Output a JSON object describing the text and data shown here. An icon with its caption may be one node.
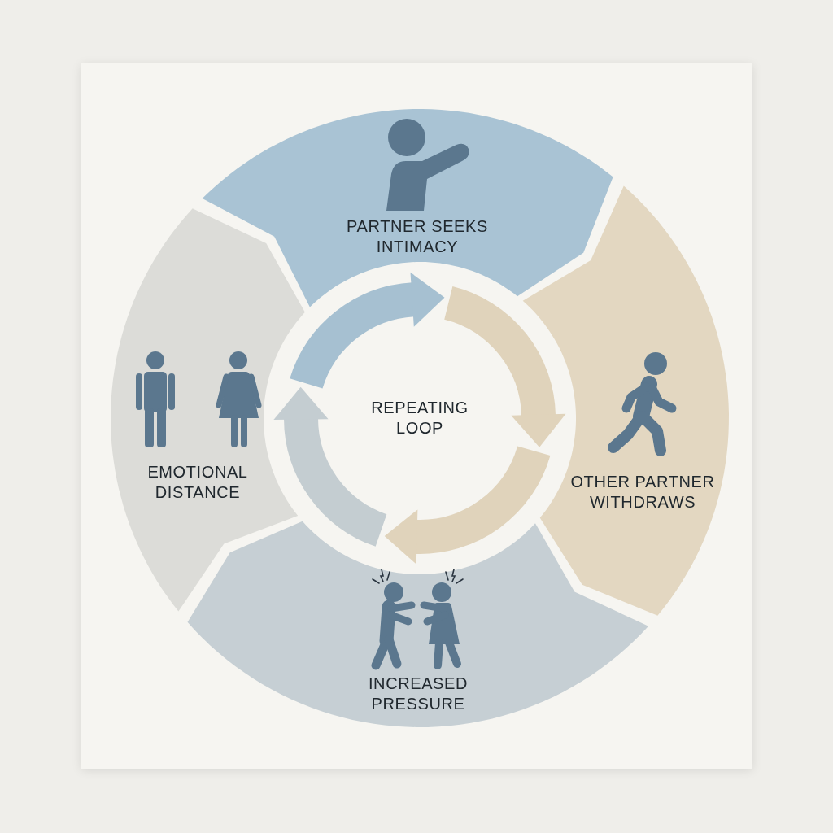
{
  "diagram": {
    "nodes": [
      {
        "text": [
          "PARTNER SEEKS INTIMACY"
        ]
      },
      {
        "text": [
          "OTHER PARTNER WITHDRAWS"
        ]
      },
      {
        "text": [
          "INCREASED PRESSURE"
        ]
      },
      {
        "text": [
          "EMOTIONAL DISTANCE"
        ]
      },
      {
        "text": [
          "REPEATING LOOP"
        ]
      }
    ]
  }
}
